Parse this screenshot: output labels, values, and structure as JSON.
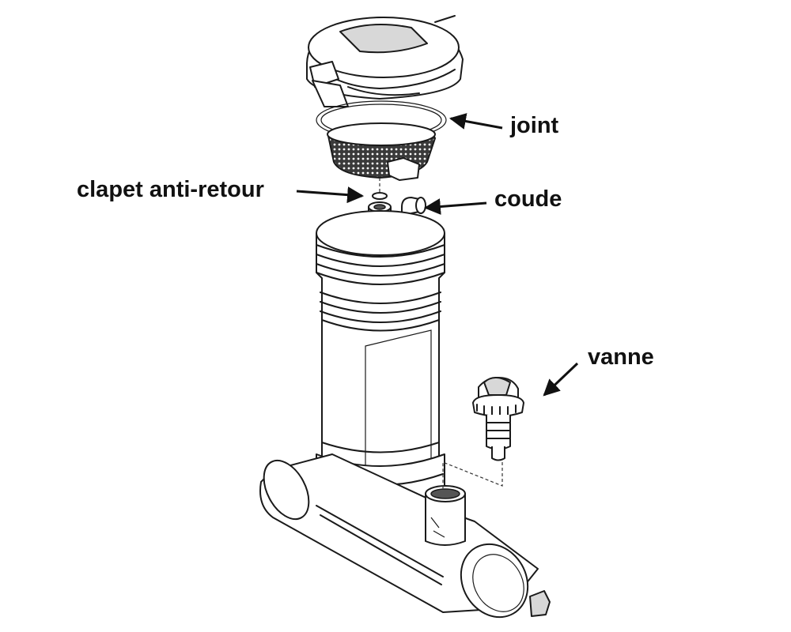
{
  "labels": {
    "joint": "joint",
    "clapet": "clapet anti-retour",
    "coude": "coude",
    "vanne": "vanne"
  },
  "colors": {
    "line": "#1a1a1a",
    "text": "#111111",
    "background": "#ffffff"
  }
}
